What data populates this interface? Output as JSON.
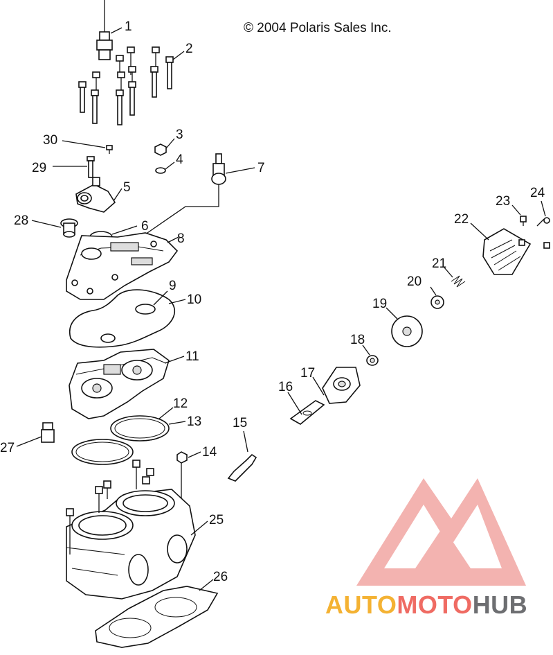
{
  "copyright": "© 2004 Polaris Sales Inc.",
  "watermark": {
    "part1": "AUTO",
    "part2": "MOTO",
    "part3": "HUB",
    "colors": {
      "orange": "#f4b233",
      "red": "#ef6b63",
      "gray": "#6d6e71"
    }
  },
  "callouts": {
    "c1": "1",
    "c2": "2",
    "c3": "3",
    "c4": "4",
    "c5": "5",
    "c6": "6",
    "c7": "7",
    "c8": "8",
    "c9": "9",
    "c10": "10",
    "c11": "11",
    "c12": "12",
    "c13": "13",
    "c14": "14",
    "c15": "15",
    "c16": "16",
    "c17": "17",
    "c18": "18",
    "c19": "19",
    "c20": "20",
    "c21": "21",
    "c22": "22",
    "c23": "23",
    "c24": "24",
    "c25": "25",
    "c26": "26",
    "c27": "27",
    "c28": "28",
    "c29": "29",
    "c30": "30"
  }
}
